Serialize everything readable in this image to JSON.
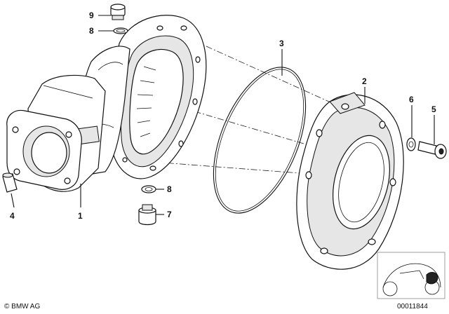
{
  "callouts": [
    {
      "id": "1",
      "label": "1"
    },
    {
      "id": "2",
      "label": "2"
    },
    {
      "id": "3",
      "label": "3"
    },
    {
      "id": "4",
      "label": "4"
    },
    {
      "id": "5",
      "label": "5"
    },
    {
      "id": "6",
      "label": "6"
    },
    {
      "id": "7",
      "label": "7"
    },
    {
      "id": "8a",
      "label": "8"
    },
    {
      "id": "8b",
      "label": "8"
    },
    {
      "id": "9",
      "label": "9"
    }
  ],
  "footer": {
    "copyright": "© BMW AG",
    "drawing_number": "00011844"
  },
  "icons": {
    "logo": "bmw-copyright-mark",
    "thumbnail": "motorcycle-location-thumbnail"
  }
}
